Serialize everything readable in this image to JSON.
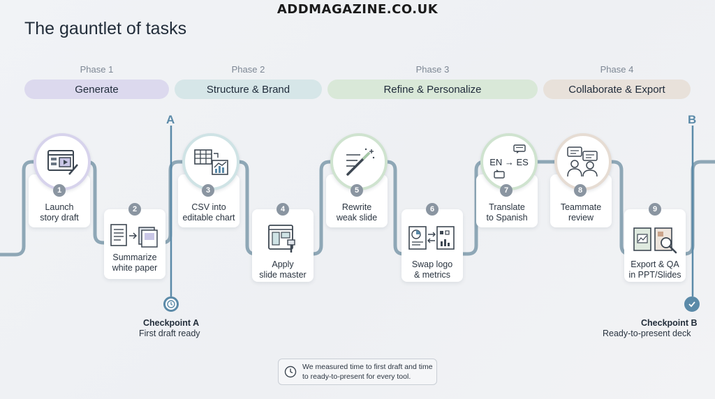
{
  "watermark": "ADDMAGAZINE.CO.UK",
  "title": "The gauntlet of tasks",
  "phases": [
    {
      "label": "Phase 1",
      "name": "Generate",
      "color": "#dcd9ee"
    },
    {
      "label": "Phase 2",
      "name": "Structure & Brand",
      "color": "#d6e6e8"
    },
    {
      "label": "Phase 3",
      "name": "Refine & Personalize",
      "color": "#d9e8d8"
    },
    {
      "label": "Phase 4",
      "name": "Collaborate & Export",
      "color": "#e8e1da"
    }
  ],
  "lane_markers": {
    "start": "A",
    "end": "B"
  },
  "tasks": [
    {
      "number": "1",
      "line1": "Launch",
      "line2": "story draft",
      "icon": "video-editor-icon",
      "ring": "#d7d3ec"
    },
    {
      "number": "2",
      "line1": "Summarize",
      "line2": "white paper",
      "icon": "documents-icon"
    },
    {
      "number": "3",
      "line1": "CSV into",
      "line2": "editable chart",
      "icon": "table-to-chart-icon",
      "ring": "#cfe3e5"
    },
    {
      "number": "4",
      "line1": "Apply",
      "line2": "slide master",
      "icon": "layout-brush-icon"
    },
    {
      "number": "5",
      "line1": "Rewrite",
      "line2": "weak slide",
      "icon": "magic-wand-icon",
      "ring": "#cfe3cf"
    },
    {
      "number": "6",
      "line1": "Swap logo",
      "line2": "& metrics",
      "icon": "swap-docs-icon"
    },
    {
      "number": "7",
      "line1": "Translate",
      "line2": "to Spanish",
      "icon": "translate-icon",
      "ring": "#cfe3cf",
      "icon_text": "EN → ES"
    },
    {
      "number": "8",
      "line1": "Teammate",
      "line2": "review",
      "icon": "teammates-chat-icon",
      "ring": "#e6dcd3"
    },
    {
      "number": "9",
      "line1": "Export & QA",
      "line2": "in PPT/Slides",
      "icon": "export-inspect-icon"
    }
  ],
  "checkpoints": [
    {
      "title": "Checkpoint A",
      "subtitle": "First draft ready",
      "icon": "clock-icon"
    },
    {
      "title": "Checkpoint B",
      "subtitle": "Ready-to-present deck",
      "icon": "check-icon"
    }
  ],
  "note": {
    "icon": "clock-icon",
    "text": "We measured time to first draft and time to ready-to-present for every tool."
  },
  "path_color": "#8ea7b6",
  "accent": "#5b8aa8"
}
